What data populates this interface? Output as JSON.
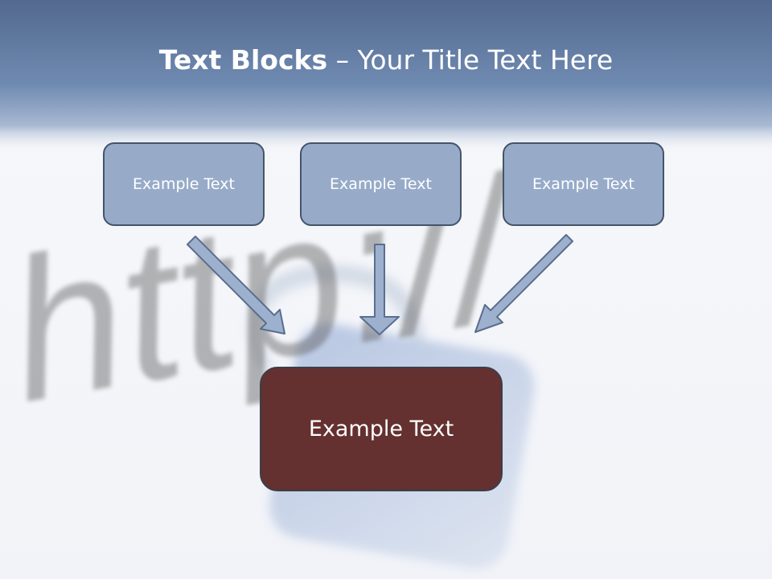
{
  "title": {
    "strong": "Text Blocks",
    "separator": " – ",
    "light": "Your Title Text Here"
  },
  "background": {
    "watermark_text": "http://"
  },
  "blocks": {
    "left": "Example Text",
    "center": "Example Text",
    "right": "Example Text",
    "main": "Example Text"
  },
  "colors": {
    "header_blue": "#6a86ad",
    "block_fill": "#97abc9",
    "block_border": "#44546a",
    "main_fill": "#653030",
    "arrow_fill": "#9db1cf"
  }
}
